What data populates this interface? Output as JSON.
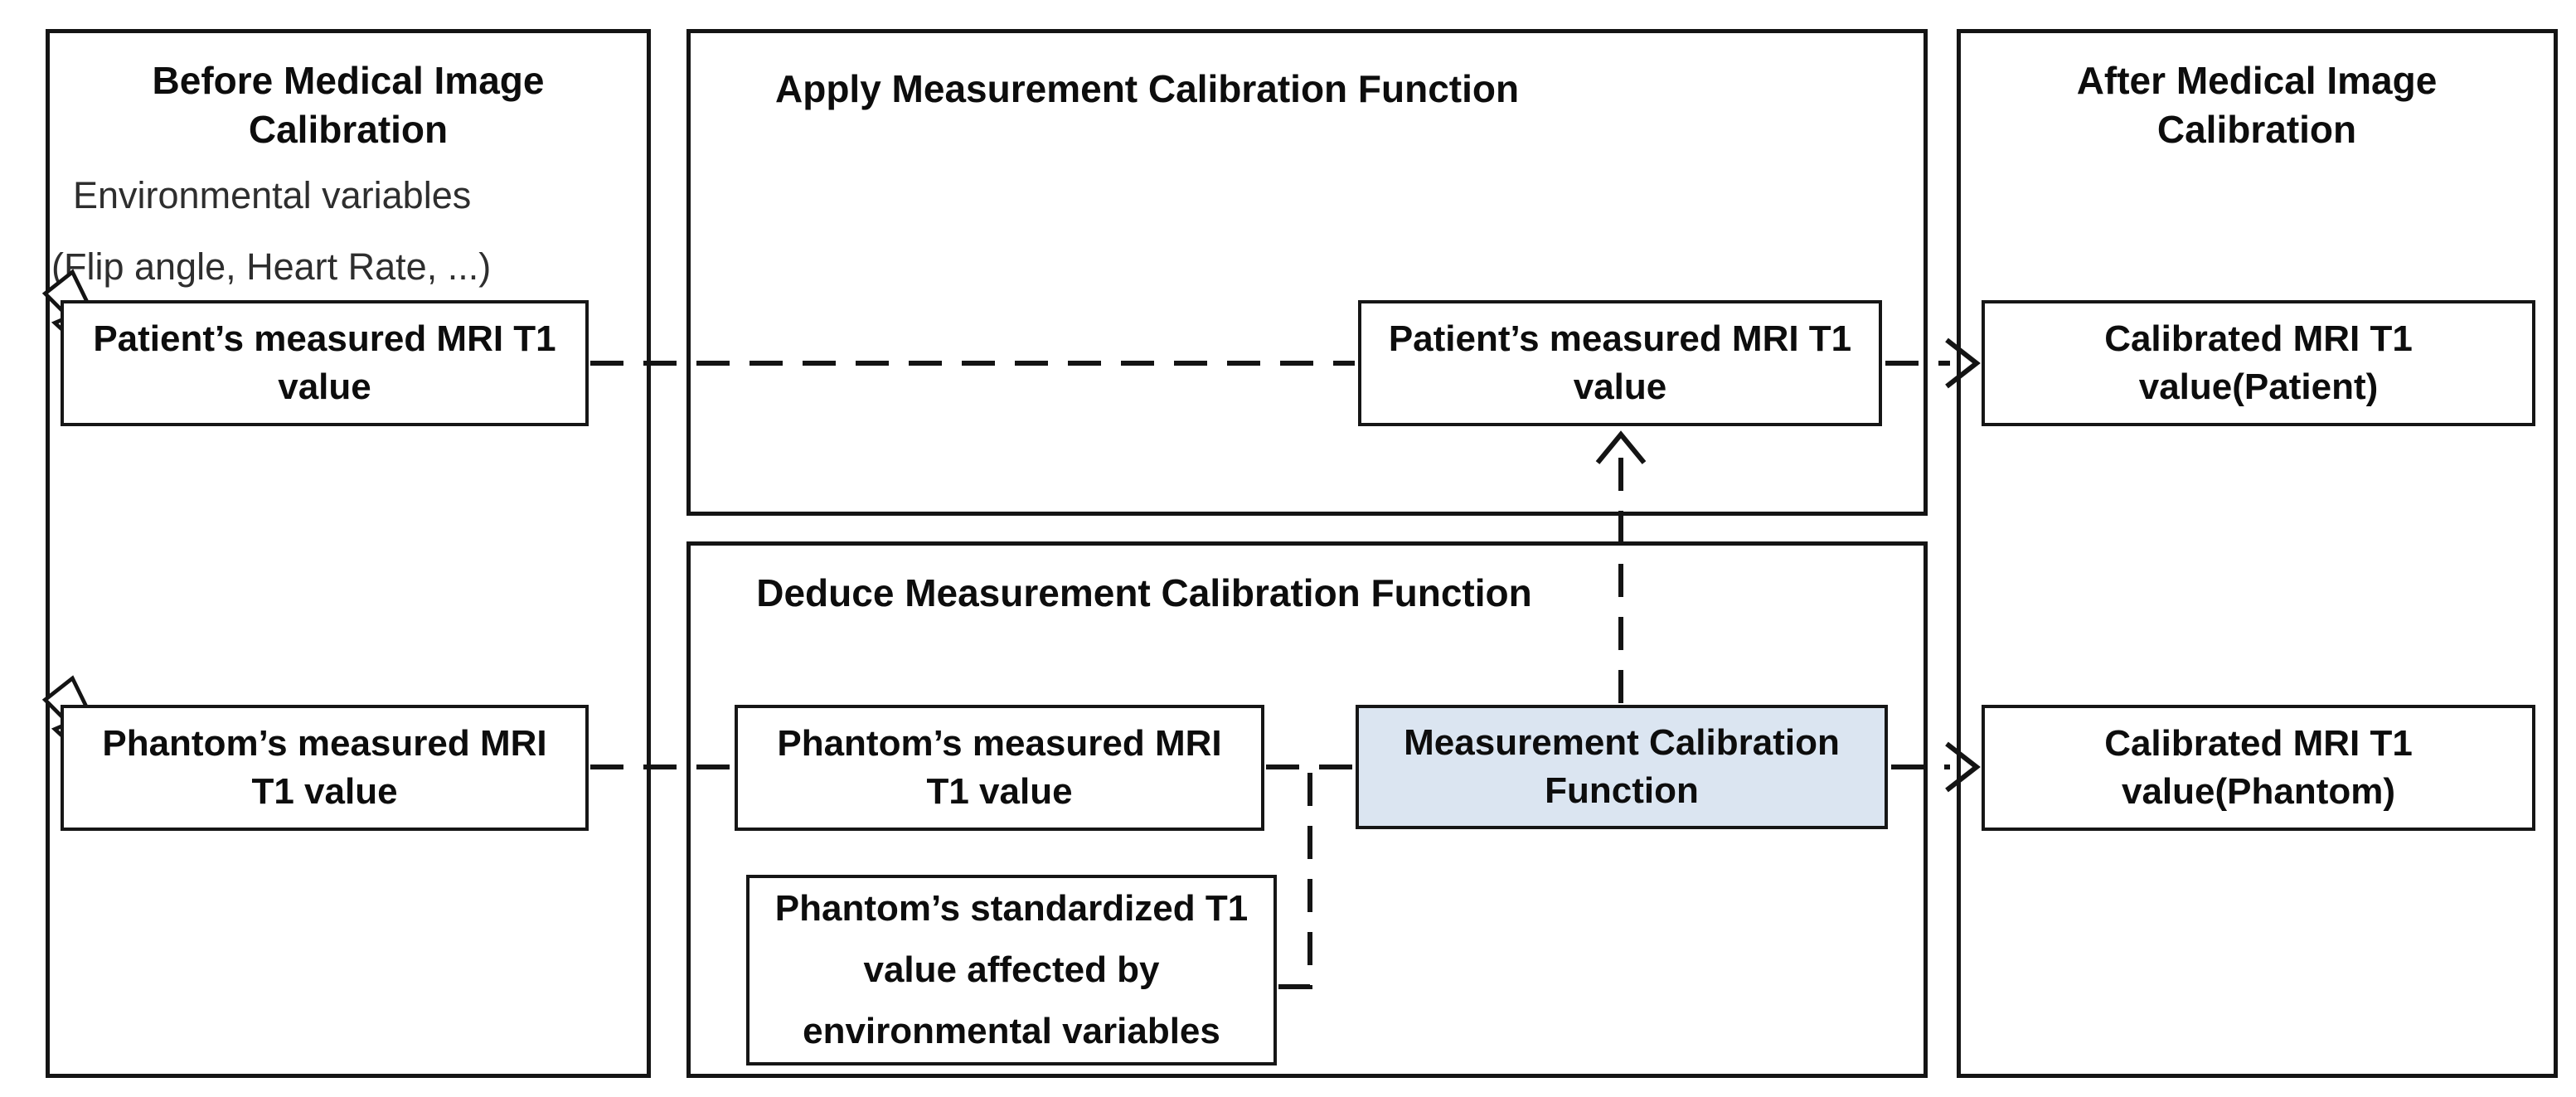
{
  "colors": {
    "highlight_fill": "#dbe5f1",
    "line": "#141414"
  },
  "panels": {
    "before": {
      "title": "Before Medical Image Calibration",
      "env_label": "Environmental variables",
      "env_detail": "(Flip angle, Heart Rate, ...)",
      "patient_box": "Patient’s measured MRI T1 value",
      "phantom_box": "Phantom’s measured MRI T1 value"
    },
    "apply": {
      "title": "Apply Measurement Calibration Function",
      "patient_box": "Patient’s measured MRI T1 value"
    },
    "deduce": {
      "title": "Deduce Measurement Calibration Function",
      "measured_box": "Phantom’s measured MRI T1 value",
      "standardized_box": "Phantom’s standardized T1 value affected by environmental variables",
      "function_box": "Measurement Calibration Function"
    },
    "after": {
      "title": "After Medical Image Calibration",
      "patient_box": "Calibrated MRI T1 value(Patient)",
      "phantom_box": "Calibrated MRI T1 value(Phantom)"
    }
  },
  "icons": {
    "lightning": "lightning-bolt-icon",
    "arrow_right": "arrow-right-icon",
    "arrow_up": "arrow-up-icon"
  }
}
